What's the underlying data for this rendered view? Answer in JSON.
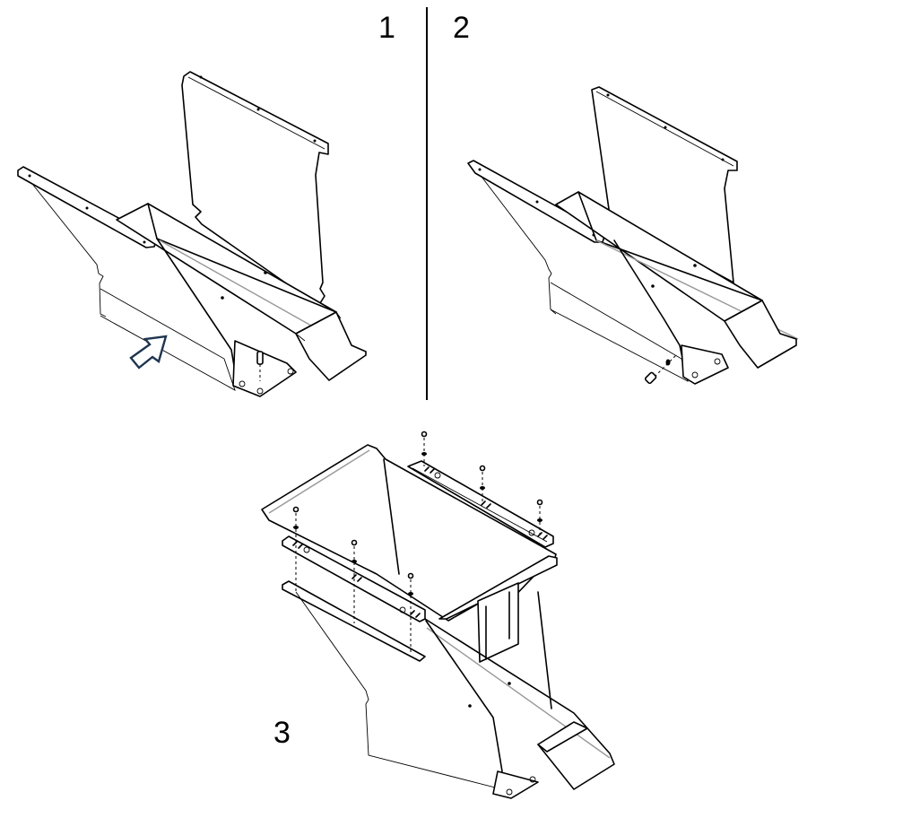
{
  "diagram": {
    "type": "assembly-instructions",
    "steps": [
      {
        "number": "1",
        "label": "1",
        "description": "Hopper side panels and chute positioned over base; arrow indicates insertion direction"
      },
      {
        "number": "2",
        "label": "2",
        "description": "Bolt and washer inserted into side of chute base"
      },
      {
        "number": "3",
        "label": "3",
        "description": "Top rails fastened with screws and washers onto hopper flanges"
      }
    ],
    "annotations": {
      "arrow": {
        "name": "insertion-direction-arrow",
        "color": "#1f3550"
      },
      "divider": {
        "color": "#000000"
      }
    },
    "fasteners": {
      "step2": {
        "bolts": 1,
        "washers": 1
      },
      "step3": {
        "screws": 6,
        "washers": 6
      }
    },
    "colors": {
      "line": "#000000",
      "background": "#ffffff",
      "highlight_line": "#999999"
    }
  }
}
